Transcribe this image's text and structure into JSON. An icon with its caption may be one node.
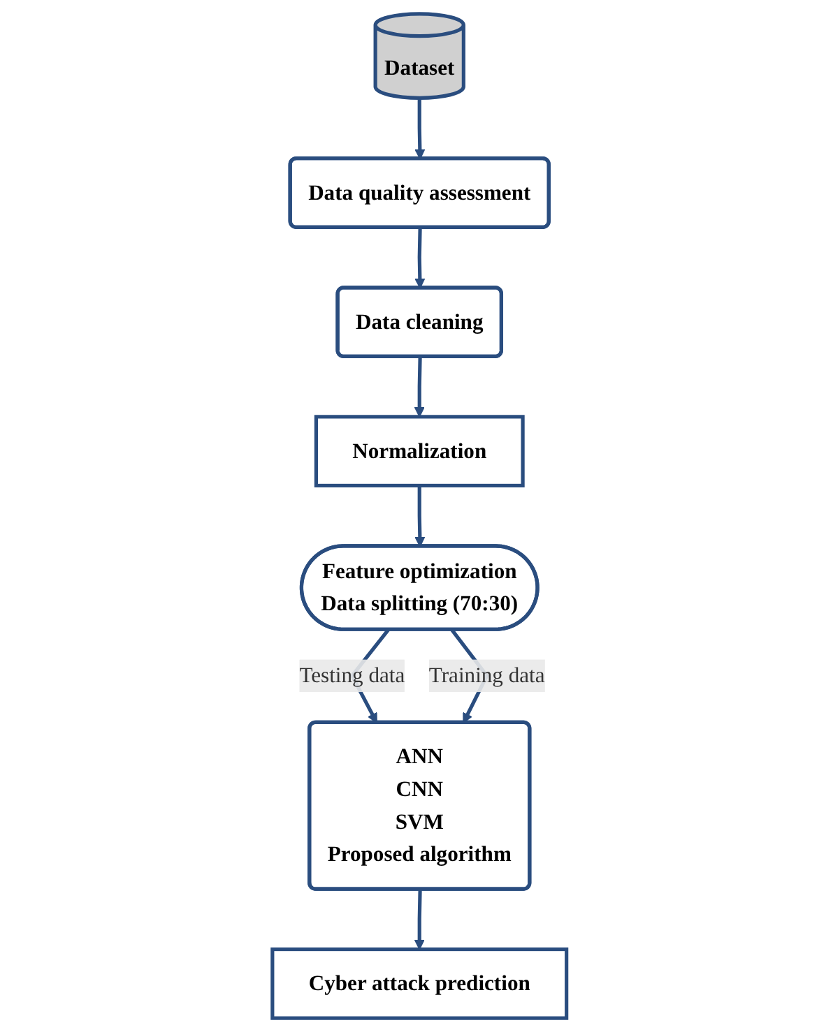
{
  "diagram": {
    "nodes": [
      {
        "text": [
          "Dataset"
        ]
      },
      {
        "text": [
          "Data quality assessment"
        ]
      },
      {
        "text": [
          "Data cleaning"
        ]
      },
      {
        "text": [
          "Normalization"
        ]
      },
      {
        "text": [
          "Feature optimization",
          "Data splitting (70:30)"
        ]
      },
      {
        "text": [
          "ANN",
          "CNN",
          "SVM",
          "Proposed algorithm"
        ]
      },
      {
        "text": [
          "Cyber attack prediction"
        ]
      }
    ],
    "edges": [
      {
        "from": 0,
        "to": 1,
        "arrow": "to"
      },
      {
        "from": 1,
        "to": 2,
        "arrow": "to"
      },
      {
        "from": 2,
        "to": 3,
        "arrow": "to"
      },
      {
        "from": 3,
        "to": 4,
        "arrow": "to"
      },
      {
        "from": 4,
        "to": 5,
        "arrow": "to",
        "label": "Testing data"
      },
      {
        "from": 4,
        "to": 5,
        "arrow": "to",
        "label": "Training data"
      },
      {
        "from": 5,
        "to": 6,
        "arrow": "to"
      }
    ]
  }
}
